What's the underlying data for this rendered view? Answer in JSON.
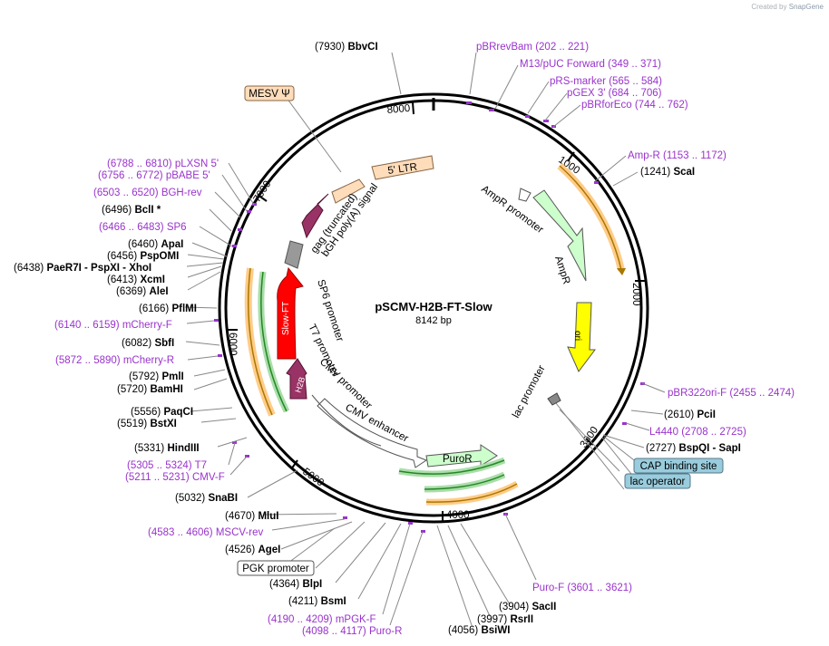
{
  "credit": {
    "prefix": "Created by",
    "brand": "SnapGene"
  },
  "plasmid": {
    "name": "pSCMV-H2B-FT-Slow",
    "size_label": "8142 bp",
    "length": 8142
  },
  "ticks": [
    "1000",
    "2000",
    "3000",
    "4000",
    "5000",
    "6000",
    "7000",
    "8000"
  ],
  "colors": {
    "primer": "#9933cc",
    "enzyme": "#000000",
    "promoter": "#ffffff",
    "cds_green": "#ccffcc",
    "ori": "#ffff00",
    "puror": "#ccffcc",
    "slowft": "#ff0000",
    "h2b": "#993366",
    "gag": "#993366",
    "ltr": "#ffddbb",
    "bgh": "#999999",
    "halo_orange": "#ffcc88",
    "halo_green": "#aaddaa"
  },
  "labels": [
    {
      "pos": "(7930)",
      "name": "BbvCI",
      "kind": "enzyme"
    },
    {
      "pos": "(202 .. 221)",
      "name": "pBRrevBam",
      "kind": "primer"
    },
    {
      "pos": "(349 .. 371)",
      "name": "M13/pUC Forward",
      "kind": "primer"
    },
    {
      "pos": "(565 .. 584)",
      "name": "pRS-marker",
      "kind": "primer"
    },
    {
      "pos": "(684 .. 706)",
      "name": "pGEX 3'",
      "kind": "primer"
    },
    {
      "pos": "(744 .. 762)",
      "name": "pBRforEco",
      "kind": "primer"
    },
    {
      "pos": "(1153 .. 1172)",
      "name": "Amp-R",
      "kind": "primer"
    },
    {
      "pos": "(1241)",
      "name": "ScaI",
      "kind": "enzyme"
    },
    {
      "pos": "(2455 .. 2474)",
      "name": "pBR322ori-F",
      "kind": "primer"
    },
    {
      "pos": "(2610)",
      "name": "PciI",
      "kind": "enzyme"
    },
    {
      "pos": "(2708 .. 2725)",
      "name": "L4440",
      "kind": "primer"
    },
    {
      "pos": "(2727)",
      "name": "BspQI - SapI",
      "kind": "enzyme"
    },
    {
      "pos": "(3601 .. 3621)",
      "name": "Puro-F",
      "kind": "primer"
    },
    {
      "pos": "(3904)",
      "name": "SacII",
      "kind": "enzyme"
    },
    {
      "pos": "(3997)",
      "name": "RsrII",
      "kind": "enzyme"
    },
    {
      "pos": "(4056)",
      "name": "BsiWI",
      "kind": "enzyme"
    },
    {
      "pos": "(4098 .. 4117)",
      "name": "Puro-R",
      "kind": "primer"
    },
    {
      "pos": "(4190 .. 4209)",
      "name": "mPGK-F",
      "kind": "primer"
    },
    {
      "pos": "(4211)",
      "name": "BsmI",
      "kind": "enzyme"
    },
    {
      "pos": "(4364)",
      "name": "BlpI",
      "kind": "enzyme"
    },
    {
      "pos": "(4526)",
      "name": "AgeI",
      "kind": "enzyme"
    },
    {
      "pos": "(4583 .. 4606)",
      "name": "MSCV-rev",
      "kind": "primer"
    },
    {
      "pos": "(4670)",
      "name": "MluI",
      "kind": "enzyme"
    },
    {
      "pos": "(5032)",
      "name": "SnaBI",
      "kind": "enzyme"
    },
    {
      "pos": "(5211 .. 5231)",
      "name": "CMV-F",
      "kind": "primer"
    },
    {
      "pos": "(5305 .. 5324)",
      "name": "T7",
      "kind": "primer"
    },
    {
      "pos": "(5331)",
      "name": "HindIII",
      "kind": "enzyme"
    },
    {
      "pos": "(5519)",
      "name": "BstXI",
      "kind": "enzyme"
    },
    {
      "pos": "(5556)",
      "name": "PaqCI",
      "kind": "enzyme"
    },
    {
      "pos": "(5720)",
      "name": "BamHI",
      "kind": "enzyme"
    },
    {
      "pos": "(5792)",
      "name": "PmlI",
      "kind": "enzyme"
    },
    {
      "pos": "(5872 .. 5890)",
      "name": "mCherry-R",
      "kind": "primer"
    },
    {
      "pos": "(6082)",
      "name": "SbfI",
      "kind": "enzyme"
    },
    {
      "pos": "(6140 .. 6159)",
      "name": "mCherry-F",
      "kind": "primer"
    },
    {
      "pos": "(6166)",
      "name": "PflMI",
      "kind": "enzyme"
    },
    {
      "pos": "(6369)",
      "name": "AleI",
      "kind": "enzyme"
    },
    {
      "pos": "(6413)",
      "name": "XcmI",
      "kind": "enzyme"
    },
    {
      "pos": "(6438)",
      "name": "PaeR7I - PspXI - XhoI",
      "kind": "enzyme"
    },
    {
      "pos": "(6456)",
      "name": "PspOMI",
      "kind": "enzyme"
    },
    {
      "pos": "(6460)",
      "name": "ApaI",
      "kind": "enzyme"
    },
    {
      "pos": "(6466 .. 6483)",
      "name": "SP6",
      "kind": "primer"
    },
    {
      "pos": "(6496)",
      "name": "BclI *",
      "kind": "enzyme"
    },
    {
      "pos": "(6503 .. 6520)",
      "name": "BGH-rev",
      "kind": "primer"
    },
    {
      "pos": "(6756 .. 6772)",
      "name": "pBABE 5'",
      "kind": "primer"
    },
    {
      "pos": "(6788 .. 6810)",
      "name": "pLXSN 5'",
      "kind": "primer"
    }
  ],
  "boxes": [
    {
      "text": "MESV Ψ",
      "kind": "orange"
    },
    {
      "text": "CAP binding site",
      "kind": "blue"
    },
    {
      "text": "lac operator",
      "kind": "blue"
    },
    {
      "text": "PGK promoter",
      "kind": "white"
    }
  ],
  "features": [
    {
      "name": "5' LTR"
    },
    {
      "name": "gag (truncated)"
    },
    {
      "name": "bGH poly(A) signal"
    },
    {
      "name": "SP6 promoter"
    },
    {
      "name": "T7 promoter"
    },
    {
      "name": "Slow-FT"
    },
    {
      "name": "H2B"
    },
    {
      "name": "CMV promoter"
    },
    {
      "name": "CMV enhancer"
    },
    {
      "name": "PuroR"
    },
    {
      "name": "lac promoter"
    },
    {
      "name": "ori"
    },
    {
      "name": "AmpR"
    },
    {
      "name": "AmpR promoter"
    }
  ]
}
